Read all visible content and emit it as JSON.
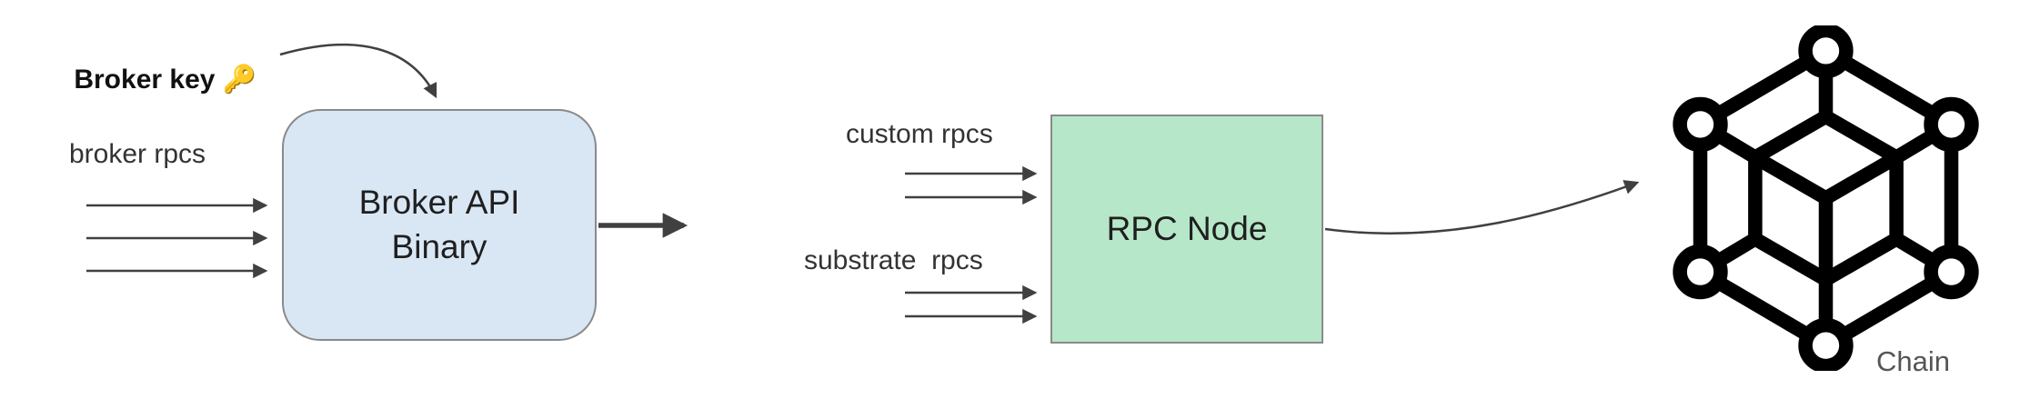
{
  "labels": {
    "broker_key": "Broker key ",
    "broker_rpcs": "broker rpcs",
    "broker_api_binary": "Broker API Binary",
    "custom_rpcs": "custom rpcs",
    "substrate_rpcs": "substrate  rpcs",
    "rpc_node": "RPC Node",
    "chain": "Chain"
  },
  "icons": {
    "key": "🔑",
    "chain_cube": "blockchain-cube-icon"
  },
  "colors": {
    "broker_box_fill": "#d9e7f5",
    "broker_box_border": "#8a8a8a",
    "rpc_box_fill": "#b6e7c9",
    "rpc_box_border": "#8a8a8a",
    "arrow": "#404040",
    "cube_stroke": "#000000",
    "text": "#333333",
    "chain_text": "#555555"
  }
}
